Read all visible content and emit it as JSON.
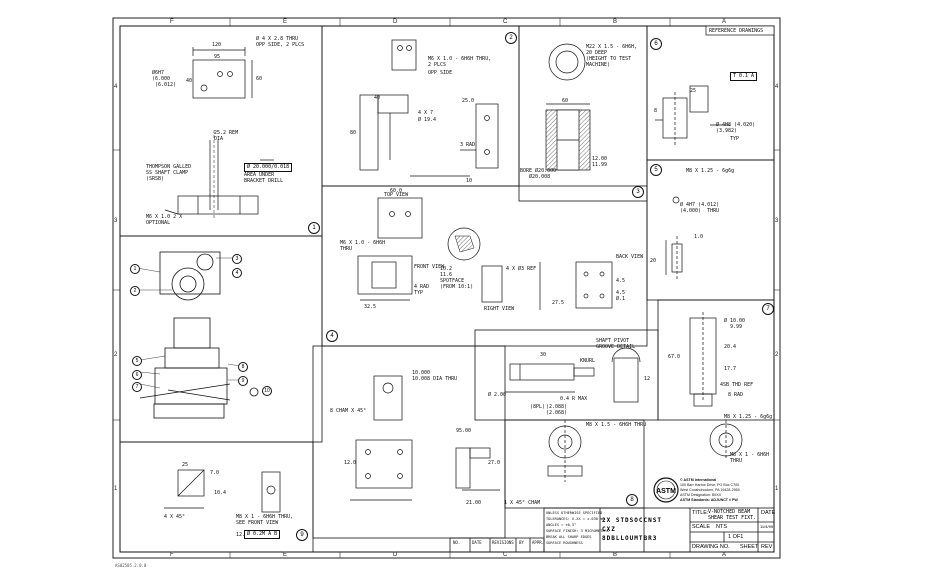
{
  "zone_letters_top": [
    "F",
    "E",
    "D",
    "C",
    "B",
    "A"
  ],
  "zone_letters_bottom": [
    "F",
    "E",
    "D",
    "C",
    "B",
    "A"
  ],
  "zone_numbers_left": [
    "4",
    "3",
    "2",
    "1"
  ],
  "zone_numbers_right": [
    "4",
    "3",
    "2",
    "1"
  ],
  "ref_header": "REFERENCE DRAWINGS",
  "view_numbers": [
    "1",
    "2",
    "3",
    "4",
    "5",
    "6",
    "7",
    "8",
    "9"
  ],
  "views": {
    "v1": {
      "thru": "Ø 4 X 2.8 THRU\nOPP SIDE, 2 PLCS",
      "dims": [
        "120",
        "95",
        "40",
        "60"
      ],
      "note": "Ø6H7\n(6.000\n (6.012)",
      "label2": "THOMPSON GALLED\nSS SHAFT CLAMP\n(SRSB)",
      "note2": "25.2 REM\nDIA",
      "note3": "AREA UNDER\nBRACKET DRILL",
      "note4": "Ø 20.000/0.018",
      "bot": "M6 X 1.0 2 X\nOPTIONAL"
    },
    "v2": {
      "thru": "M6 X 1.0 - 6H6H THRU,\n2 PLCS",
      "opp": "OPP SIDE",
      "label": "4 X 7",
      "dia": "Ø 19.4",
      "rad": "3 RAD",
      "dims": [
        "40",
        "80",
        "25.0",
        "10"
      ]
    },
    "v3": {
      "note": "M22 X 1.5 - 6H6H,\n20 DEEP\n(HEIGHT TO TEST\nMACHINE)",
      "dims": [
        "60",
        "12.00",
        "11.99"
      ],
      "note2": "BORE Ø20.000\n   Ø20.008"
    },
    "v4": {
      "top": "TOP VIEW",
      "front": "FRONT VIEW",
      "right": "RIGHT VIEW",
      "back": "BACK VIEW",
      "orient": "10.2\n11.6\nSPOTFACE\n(FROM 10:1)",
      "rad": "4 RAD\nTYP",
      "note": "4 X Ø3 REF",
      "dia": "4.5\nØ.1",
      "thru": "M6 X 1.0 - 6H6H\nTHRU",
      "dims": [
        "60.0",
        "32.5",
        "27.5",
        "4.5"
      ]
    },
    "v5": {
      "note": "M8 X 1.25 - 6g6g",
      "dia": "Ø 4H7 (4.012)\n(4.000)  THRU",
      "dim": "1.0",
      "dim2": "20"
    },
    "v6": {
      "dims": [
        "25",
        "8"
      ],
      "dia": "Ø 4H8 (4.020)\n(3.982)",
      "typ": "TYP",
      "fcf": "T 0.1 A"
    },
    "v7": {
      "dia": "Ø 10.00\n  9.99",
      "rad": "8 RAD",
      "ref": "4SB THD REF",
      "thd": "M8 X 1.25 - 6g6g",
      "thd2": "M8 X 1 - 6H6H\nTHRU",
      "dims": [
        "67.0",
        "20.4",
        "17.7"
      ]
    },
    "v8": {
      "dia": "10.000\n10.008 DIA THRU",
      "chamfer": "8 CHAM X 45°",
      "dims": [
        "95.00",
        "27.0",
        "12.0",
        "21.00"
      ],
      "rad": "1 X 45° CHAM",
      "thd": "M8 X 1.5 - 6H6H THRU"
    },
    "v9": {
      "dims": [
        "25",
        "7.0",
        "10.4",
        "12.0"
      ],
      "chamfer": "4 X 45°",
      "thd": "M8 X 1 - 6H6H THRU,\nSEE FRONT VIEW",
      "fcf": "Ø 0.2M A B"
    },
    "shaft": {
      "knurl": "KNURL",
      "note": "SHAFT PIVOT\nGROOVE DETAIL",
      "dims": [
        "0.4 R MAX",
        "Ø 2.00",
        "(8PL)",
        "(2.088)\n(2.068)",
        "30",
        "12"
      ]
    }
  },
  "title_block": {
    "company_lines": [
      "© ASTM International",
      "100 Barr Harbor Drive, PO Box C700",
      "West Conshohocken, PA 19428-2959",
      "ASTM Designation: B9XX",
      "ASTM Standards: ADJUNCT # PW"
    ],
    "title_label": "TITLE:",
    "title": "V-NOTCHED BEAM\nSHEAR TEST FIXT.",
    "date_label": "DATE",
    "date": "11/4/99",
    "scale_label": "SCALE",
    "scale": "NTS",
    "size_label": "1 OF1",
    "drawing_label": "DRAWING NO.",
    "sheet_label": "SHEET",
    "rev_label": "REV",
    "notes_header": "UNLESS OTHERWISE SPECIFIED",
    "notes": [
      "TOLERANCES:  X.XX = ±.030 mm",
      "ANGLES = ±0.5°",
      "SURFACE FINISH: 3 MICROMETERS",
      "BREAK ALL SHARP EDGES",
      "SURFACE ROUGHNESS"
    ],
    "material_block": "2X STDSOCCNST\nCXZ\n8DBLLOUMTBR3",
    "rev_header": [
      "NO.",
      "DATE",
      "REVISIONS",
      "BY",
      "APPR."
    ],
    "corner_label": "AS02505.2.0.0"
  }
}
